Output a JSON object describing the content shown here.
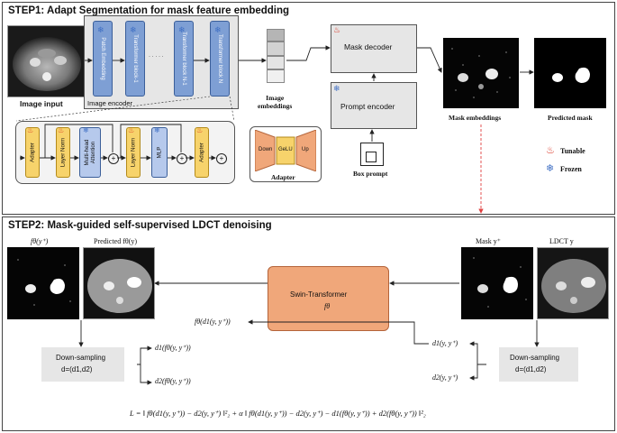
{
  "step1": {
    "title": "STEP1:   Adapt Segmentation for mask feature embedding",
    "image_input_label": "Image input",
    "image_encoder_label": "Image encoder",
    "blocks": [
      "Patch Embedding",
      "Transformer block-1",
      "Transformer block N-1",
      "Transformer block N"
    ],
    "ellipsis": "· · · · ·",
    "image_embeddings_label": "Image\nembeddings",
    "mask_decoder_label": "Mask decoder",
    "prompt_encoder_label": "Prompt encoder",
    "box_prompt_label": "Box prompt",
    "mask_embeddings_label": "Mask embeddings",
    "predicted_mask_label": "Predicted mask",
    "legend": {
      "tunable": "Tunable",
      "frozen": "Frozen"
    },
    "adapter_row": [
      "Adapter",
      "Layer Norm",
      "Multi-head\nAttention",
      "Layer Norm",
      "MLP",
      "Adapter"
    ],
    "adapter_detail": {
      "down": "Down",
      "gelu": "GeLU",
      "up": "Up",
      "label": "Adapter"
    }
  },
  "step2": {
    "title": "STEP2:   Mask-guided self-supervised LDCT denoising",
    "f_mask_label": "fθ(y⁺)",
    "predicted_label": "Predicted fθ(y)",
    "mask_label": "Mask y⁺",
    "ldct_label": "LDCT y",
    "swin_label": "Swin-Transformer",
    "swin_sub": "fθ",
    "f_out_label": "fθ(d1(y, y⁺))",
    "down_left": {
      "line1": "Down-sampling",
      "line2": "d=(d1,d2)"
    },
    "down_right": {
      "line1": "Down-sampling",
      "line2": "d=(d1,d2)"
    },
    "d1_f": "d1(fθ(y, y⁺))",
    "d2_f": "d2(fθ(y, y⁺))",
    "d1_right": "d1(y, y⁺)",
    "d2_right": "d2(y, y⁺)",
    "loss": "L = ‖ fθ(d1(y, y⁺)) − d2(y, y⁺) ‖²₂ + α ‖ fθ(d1(y, y⁺)) − d2(y, y⁺) − d1(fθ(y, y⁺)) + d2(fθ(y, y⁺)) ‖²₂"
  },
  "colors": {
    "blue_block": "#7e9fd4",
    "adapter_yellow": "#f7d36b",
    "swin_orange": "#f0a77a",
    "grey_box": "#e6e6e6",
    "tunable_red": "#d9301f",
    "frozen_blue": "#3f6fc4",
    "dashed_red": "#e04040"
  },
  "icons": [
    "fire-icon",
    "snowflake-icon"
  ]
}
